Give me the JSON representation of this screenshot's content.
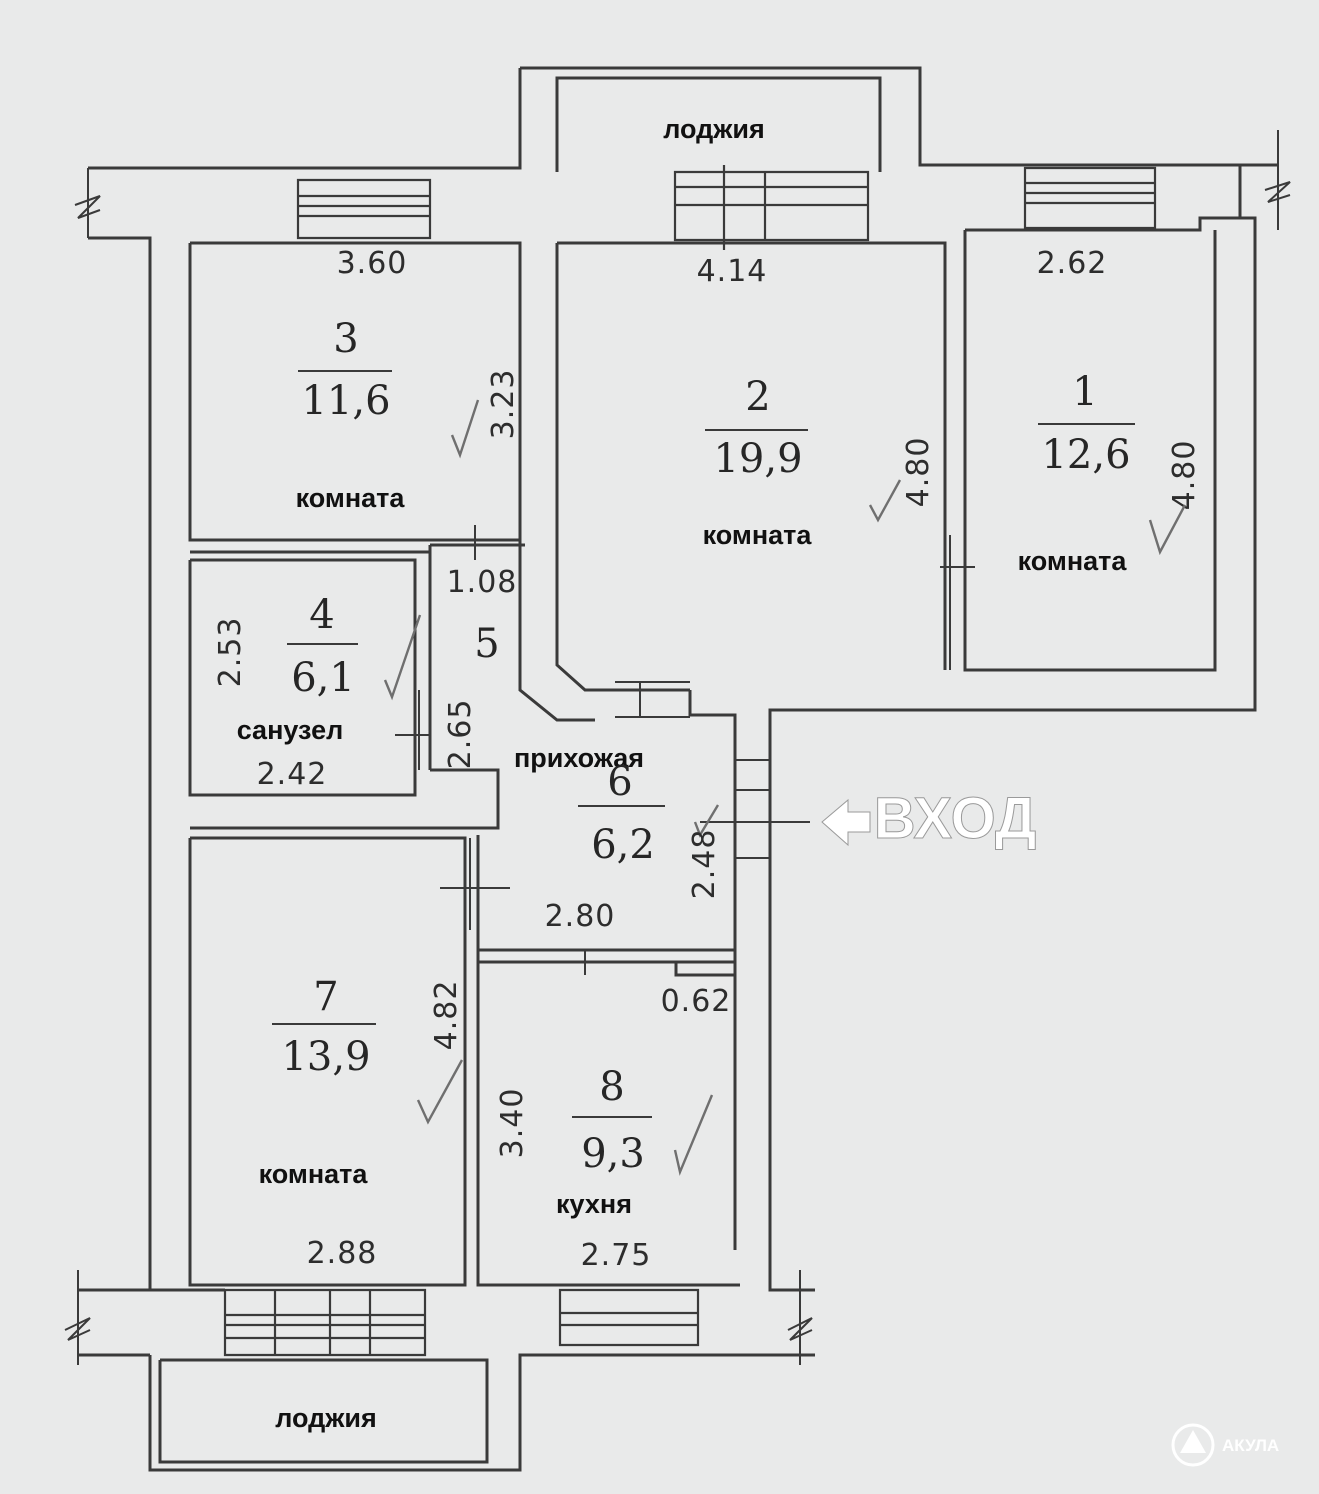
{
  "rooms": [
    {
      "id": "1",
      "number": "1",
      "area": "12,6",
      "label": "комната",
      "width_label": "2.62",
      "depth_label": "4.80"
    },
    {
      "id": "2",
      "number": "2",
      "area": "19,9",
      "label": "комната",
      "width_label": "4.14",
      "depth_label": "4.80"
    },
    {
      "id": "3",
      "number": "3",
      "area": "11,6",
      "label": "комната",
      "width_label": "3.60",
      "depth_label": "3.23"
    },
    {
      "id": "4",
      "number": "4",
      "area": "6,1",
      "label": "санузел",
      "width_label": "2.42",
      "depth_label": "2.53"
    },
    {
      "id": "5",
      "number": "5",
      "width_label": "1.08",
      "depth_label": "2.65"
    },
    {
      "id": "6",
      "number": "6",
      "area": "6,2",
      "label": "прихожая",
      "width_label": "2.80",
      "depth_label": "2.48"
    },
    {
      "id": "7",
      "number": "7",
      "area": "13,9",
      "label": "комната",
      "width_label": "2.88",
      "depth_label": "4.82"
    },
    {
      "id": "8",
      "number": "8",
      "area": "9,3",
      "label": "кухня",
      "width_label": "2.75",
      "depth_label": "3.40",
      "extra_label": "0.62"
    }
  ],
  "loggias": [
    {
      "id": "top",
      "label": "лоджия"
    },
    {
      "id": "bottom",
      "label": "лоджия"
    }
  ],
  "entrance": {
    "label": "ВХОД"
  },
  "watermark": {
    "label": "АКУЛА",
    "icon": "shark-logo-icon"
  },
  "colors": {
    "paper": "#e9eaea",
    "lines": "#3a3a3a"
  }
}
